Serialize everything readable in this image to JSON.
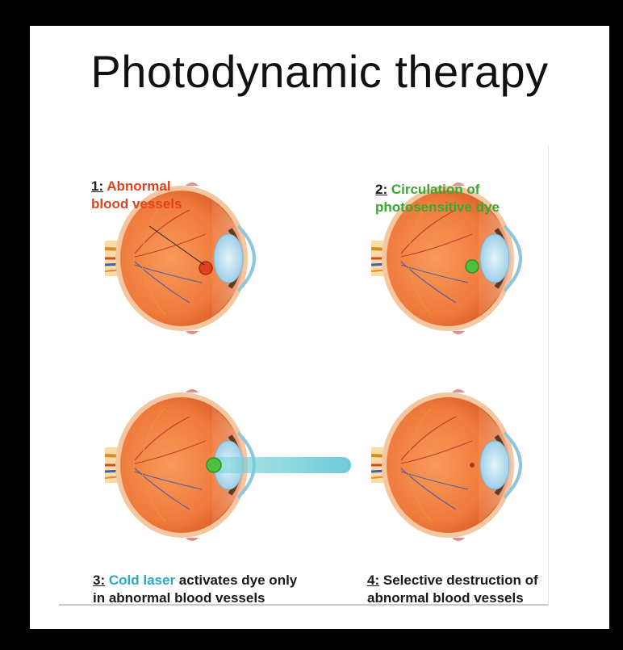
{
  "title": "Photodynamic therapy",
  "panels": [
    {
      "num": "1:",
      "highlight": "Abnormal",
      "rest": "blood vessels",
      "highlight_color": "#e0421c"
    },
    {
      "num": "2:",
      "highlight": "Circulation of",
      "rest": "photosensitive dye",
      "highlight_color": "#3aa832"
    },
    {
      "num": "3:",
      "highlight": "Cold laser",
      "rest_line1": "activates dye only",
      "rest_line2": "in abnormal blood vessels",
      "highlight_color": "#2aa9c0"
    },
    {
      "num": "4:",
      "line1": "Selective destruction of",
      "line2": "abnormal blood vessels"
    }
  ],
  "colors": {
    "background": "#000000",
    "slide": "#ffffff",
    "eye_orange": "#f07a3c",
    "lesion_red": "#e0421c",
    "dye_green": "#4cc23a",
    "laser_cyan": "#7fd4dc",
    "lens_blue": "#bfe3f2"
  }
}
